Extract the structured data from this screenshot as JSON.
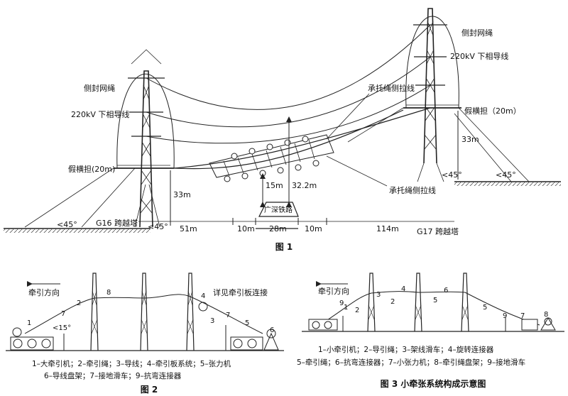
{
  "fig1": {
    "caption": "图 1",
    "left_tower": {
      "side_net": "侧封网绳",
      "conductor": "220kV 下相导线",
      "cross_arm": "假横担(20m)",
      "height": "33m",
      "name": "G16 跨越塔",
      "angle_left": "<45°",
      "angle_right": "<45°"
    },
    "right_tower": {
      "side_net": "侧封网绳",
      "conductor": "220kV 下相导线",
      "cross_arm": "假横担（20m）",
      "height": "33m",
      "name": "G17 跨越塔",
      "angle_left": "<45°",
      "angle_right": "<45°"
    },
    "guy_top": "承托绳侧拉线",
    "guy_bottom": "承托绳侧拉线",
    "clearance": "15m",
    "span_height": "32.2m",
    "railway": "广深铁路",
    "distances": [
      "51m",
      "10m",
      "28m",
      "10m",
      "114m"
    ]
  },
  "fig2": {
    "caption": "图 2",
    "direction": "牵引方向",
    "detail_note": "详见牵引板连接",
    "angle": "<15°",
    "numbers": [
      "1",
      "2",
      "3",
      "4",
      "5",
      "6",
      "7",
      "7",
      "8"
    ],
    "legend": [
      "1–大牵引机；2–牵引绳；3–导线；4–牵引板系统；5–张力机",
      "6–导线盘架；7–接地滑车；9–抗弯连接器"
    ]
  },
  "fig3": {
    "caption": "图 3  小牵张系统构成示意图",
    "direction": "牵引方向",
    "numbers": [
      "1",
      "9",
      "2",
      "3",
      "4",
      "6",
      "2",
      "5",
      "5",
      "9",
      "7",
      "8"
    ],
    "legend": [
      "1–小牵引机；2–导引绳；3–架线滑车；4–旋转连接器",
      "5–牵引绳；6–抗弯连接器；7–小张力机；8–牵引绳盘架；9–接地滑车"
    ]
  }
}
